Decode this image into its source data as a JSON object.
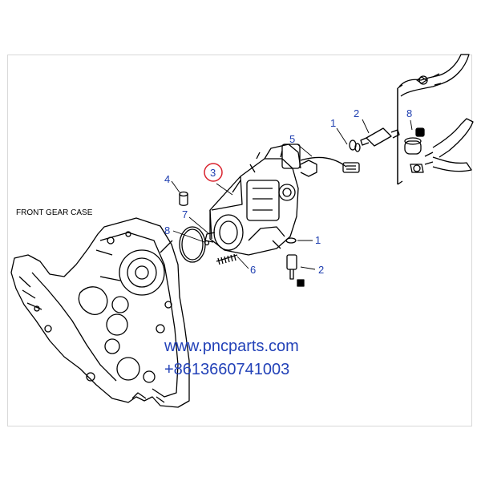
{
  "diagram": {
    "title": "FRONT GEAR CASE",
    "callouts": {
      "c1_top": "1",
      "c2_top": "2",
      "c8_right": "8",
      "c5": "5",
      "c4": "4",
      "c3": "3",
      "c8_left": "8",
      "c7": "7",
      "c1_mid": "1",
      "c2_mid": "2",
      "c6": "6"
    },
    "highlight_color": "#d9232e",
    "callout_color": "#1f3fb0"
  },
  "watermark": {
    "url": "www.pncparts.com",
    "phone": "+8613660741003"
  }
}
